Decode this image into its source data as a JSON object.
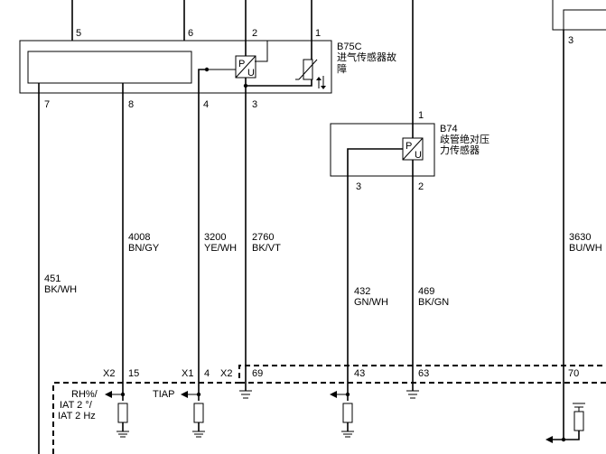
{
  "b75c": {
    "id": "B75C",
    "name_line1": "进气传感器故",
    "name_line2": "障",
    "pins": {
      "p5": "5",
      "p6": "6",
      "p2": "2",
      "p1": "1",
      "p7": "7",
      "p8": "8",
      "p4": "4",
      "p3": "3"
    }
  },
  "b74": {
    "id": "B74",
    "name_line1": "歧管绝对压",
    "name_line2": "力传感器",
    "pins": {
      "p1": "1",
      "p3": "3",
      "p2": "2"
    }
  },
  "right_pin": "3",
  "sensor_glyph": {
    "p": "P",
    "u": "U"
  },
  "wires": [
    {
      "id": "w451",
      "num": "451",
      "color": "BK/WH"
    },
    {
      "id": "w4008",
      "num": "4008",
      "color": "BN/GY"
    },
    {
      "id": "w3200",
      "num": "3200",
      "color": "YE/WH"
    },
    {
      "id": "w2760",
      "num": "2760",
      "color": "BK/VT"
    },
    {
      "id": "w432",
      "num": "432",
      "color": "GN/WH"
    },
    {
      "id": "w469",
      "num": "469",
      "color": "BK/GN"
    },
    {
      "id": "w3630",
      "num": "3630",
      "color": "BU/WH"
    }
  ],
  "connectors": {
    "x2a": "X2",
    "pin15": "15",
    "x1": "X1",
    "pin4": "4",
    "x2b": "X2",
    "pin69": "69",
    "pin43": "43",
    "pin63": "63",
    "pin70": "70"
  },
  "signals": {
    "rh_line1": "RH%/",
    "rh_line2": "IAT 2 °/",
    "rh_line3": "IAT 2 Hz",
    "tiap": "TIAP"
  }
}
